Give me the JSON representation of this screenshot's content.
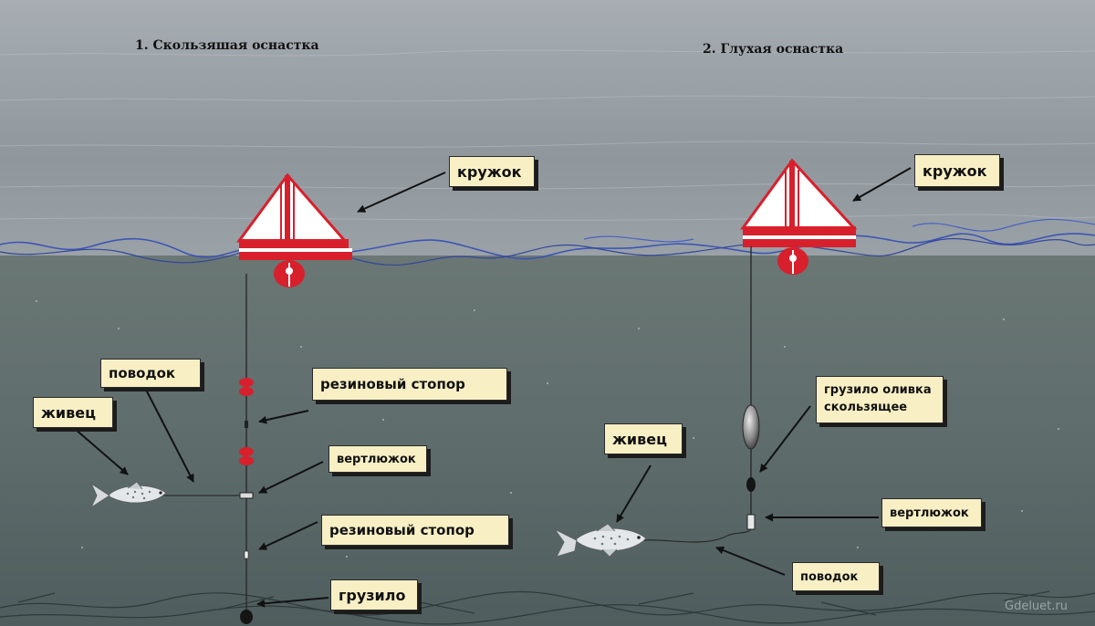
{
  "headings": {
    "sliding": "1. Скользяшая оснастка",
    "fixed": "2. Глухая оснастка"
  },
  "labels": {
    "left": {
      "float": "кружок",
      "leader": "поводок",
      "bait": "живец",
      "stopper_top": "резиновый стопор",
      "swivel": "вертлюжок",
      "stopper_bottom": "резиновый стопор",
      "sinker": "грузило"
    },
    "right": {
      "float": "кружок",
      "sinker_line1": "грузило оливка",
      "sinker_line2": "скользящее",
      "bait": "живец",
      "swivel": "вертлюжок",
      "leader": "поводок"
    }
  },
  "watermark": "Gdeluet.ru",
  "colors": {
    "water_surface": "#9aa2a8",
    "underwater": "#5c6c6c",
    "label_bg": "#f8efc4",
    "float_red": "#d8202c",
    "wave_blue": "#3d55b4"
  }
}
